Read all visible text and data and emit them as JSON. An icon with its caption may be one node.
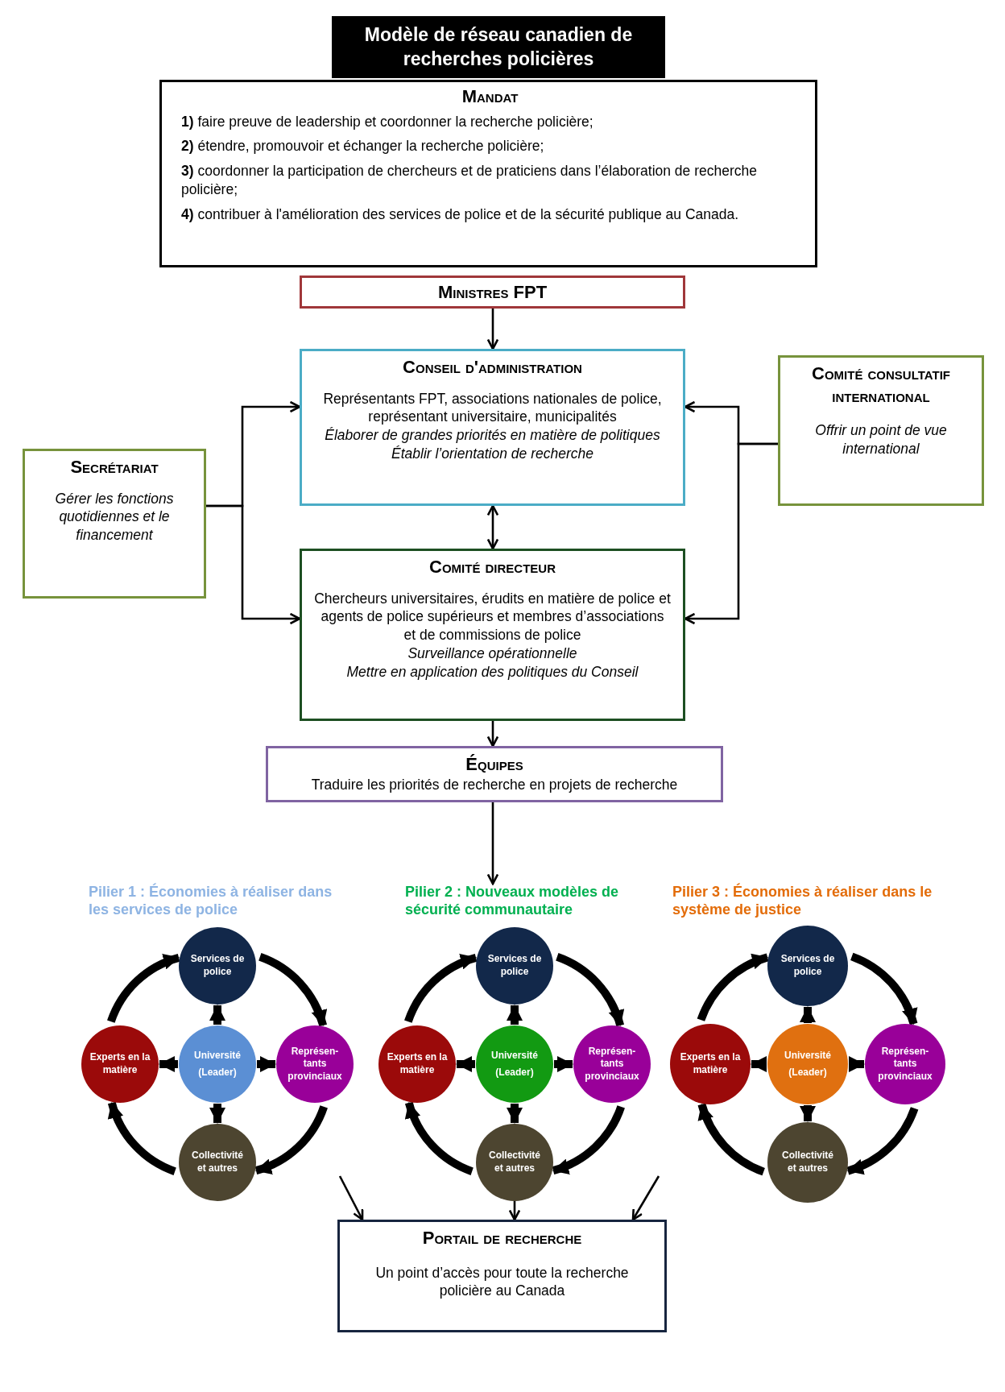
{
  "diagram": {
    "title": "Modèle de réseau canadien de recherches policières",
    "nodes": [
      {
        "text": [
          "Mandat",
          "**1)** faire preuve de leadership et coordonner la recherche policière;",
          "**2)** étendre, promouvoir et échanger la recherche policière;",
          "**3)** coordonner la participation de chercheurs et de praticiens dans l’élaboration de recherche policière;",
          "**4)** contribuer à l'amélioration des services de police et de la sécurité publique au Canada."
        ]
      },
      {
        "text": [
          "Ministres FPT"
        ]
      },
      {
        "text": [
          "Conseil d'administration",
          "Représentants FPT, associations nationales de police, représentant universitaire, municipalités",
          "Élaborer de grandes priorités en matière de politiques",
          "Établir l’orientation de recherche"
        ]
      },
      {
        "text": [
          "Comité consultatif international",
          "Offrir un point de vue international"
        ]
      },
      {
        "text": [
          "Secrétariat",
          "Gérer les fonctions quotidiennes et le financement"
        ]
      },
      {
        "text": [
          "Comité directeur",
          "Chercheurs universitaires, érudits en matière de police et agents de police supérieurs et membres d’associations et de commissions de police",
          "Surveillance opérationnelle",
          "Mettre en application des politiques du Conseil"
        ]
      },
      {
        "text": [
          "Équipes",
          "Traduire les priorités de recherche en projets de recherche"
        ]
      },
      {
        "text": [
          "Pilier 1 : Économies à réaliser dans les services de police"
        ]
      },
      {
        "text": [
          "Pilier 2 : Nouveaux modèles de sécurité communautaire"
        ]
      },
      {
        "text": [
          "Pilier 3 : Économies à réaliser dans le système de justice"
        ]
      },
      {
        "text": [
          "Services de police"
        ]
      },
      {
        "text": [
          "Experts en la matière"
        ]
      },
      {
        "text": [
          "Université",
          "(Leader)"
        ]
      },
      {
        "text": [
          "Représen- tants provinciaux"
        ]
      },
      {
        "text": [
          "Collectivité et autres"
        ]
      },
      {
        "text": [
          "Services de police"
        ]
      },
      {
        "text": [
          "Experts en la matière"
        ]
      },
      {
        "text": [
          "Université",
          "(Leader)"
        ]
      },
      {
        "text": [
          "Représen- tants provinciaux"
        ]
      },
      {
        "text": [
          "Collectivité et autres"
        ]
      },
      {
        "text": [
          "Services de police"
        ]
      },
      {
        "text": [
          "Experts en la matière"
        ]
      },
      {
        "text": [
          "Université",
          "(Leader)"
        ]
      },
      {
        "text": [
          "Représen- tants provinciaux"
        ]
      },
      {
        "text": [
          "Collectivité et autres"
        ]
      },
      {
        "text": [
          "Portail de recherche",
          "Un point d’accès pour toute la recherche policière au Canada"
        ]
      }
    ],
    "edges": [
      {
        "from": 1,
        "to": 2,
        "arrow": "to"
      },
      {
        "from": 4,
        "to": 2,
        "arrow": "to"
      },
      {
        "from": 4,
        "to": 5,
        "arrow": "to"
      },
      {
        "from": 3,
        "to": 2,
        "arrow": "to"
      },
      {
        "from": 3,
        "to": 5,
        "arrow": "to"
      },
      {
        "from": 2,
        "to": 5,
        "arrow": "both"
      },
      {
        "from": 5,
        "to": 6,
        "arrow": "to"
      },
      {
        "from": 6,
        "to": 8,
        "arrow": "to"
      },
      {
        "from": 12,
        "to": 10,
        "arrow": "to"
      },
      {
        "from": 12,
        "to": 11,
        "arrow": "to"
      },
      {
        "from": 12,
        "to": 13,
        "arrow": "to"
      },
      {
        "from": 12,
        "to": 14,
        "arrow": "to"
      },
      {
        "from": 10,
        "to": 13,
        "arrow": "to"
      },
      {
        "from": 13,
        "to": 14,
        "arrow": "to"
      },
      {
        "from": 14,
        "to": 11,
        "arrow": "to"
      },
      {
        "from": 11,
        "to": 10,
        "arrow": "to"
      },
      {
        "from": 17,
        "to": 15,
        "arrow": "to"
      },
      {
        "from": 17,
        "to": 16,
        "arrow": "to"
      },
      {
        "from": 17,
        "to": 18,
        "arrow": "to"
      },
      {
        "from": 17,
        "to": 19,
        "arrow": "to"
      },
      {
        "from": 15,
        "to": 18,
        "arrow": "to"
      },
      {
        "from": 18,
        "to": 19,
        "arrow": "to"
      },
      {
        "from": 19,
        "to": 16,
        "arrow": "to"
      },
      {
        "from": 16,
        "to": 15,
        "arrow": "to"
      },
      {
        "from": 22,
        "to": 20,
        "arrow": "to"
      },
      {
        "from": 22,
        "to": 21,
        "arrow": "to"
      },
      {
        "from": 22,
        "to": 23,
        "arrow": "to"
      },
      {
        "from": 22,
        "to": 24,
        "arrow": "to"
      },
      {
        "from": 20,
        "to": 23,
        "arrow": "to"
      },
      {
        "from": 23,
        "to": 24,
        "arrow": "to"
      },
      {
        "from": 24,
        "to": 21,
        "arrow": "to"
      },
      {
        "from": 21,
        "to": 20,
        "arrow": "to"
      },
      {
        "from": null,
        "to": 25,
        "arrow": "to"
      },
      {
        "from": 19,
        "to": 25,
        "arrow": "to"
      },
      {
        "from": null,
        "to": 25,
        "arrow": "to"
      }
    ]
  }
}
